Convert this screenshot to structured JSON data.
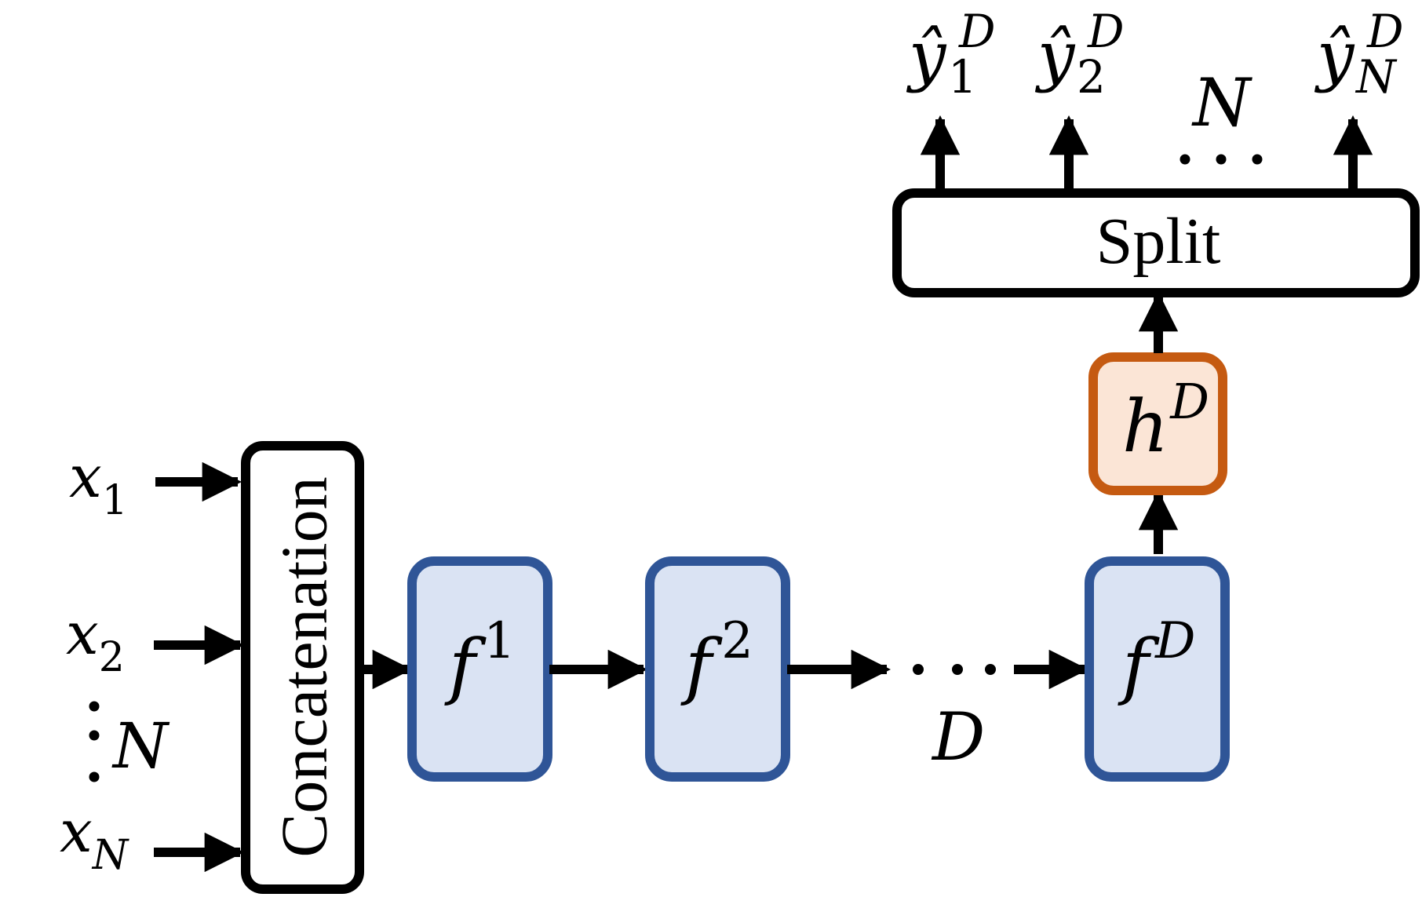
{
  "colors": {
    "ink": "#000000",
    "f_block_fill": "#dae3f3",
    "f_block_stroke": "#2f5597",
    "h_block_fill": "#fbe5d6",
    "h_block_stroke": "#c55a11"
  },
  "inputs": [
    {
      "base": "x",
      "sub": "1"
    },
    {
      "base": "x",
      "sub": "2"
    },
    {
      "base": "x",
      "sub": "N"
    }
  ],
  "input_count_label": "N",
  "concat_label": "Concatenation",
  "layers": [
    {
      "base": "f",
      "sup": "1"
    },
    {
      "base": "f",
      "sup": "2"
    },
    {
      "base": "f",
      "sup": "D"
    }
  ],
  "depth_label": "D",
  "hidden": {
    "base": "h",
    "sup": "D"
  },
  "split_label": "Split",
  "outputs": [
    {
      "base": "ŷ",
      "sup": "D",
      "sub": "1"
    },
    {
      "base": "ŷ",
      "sup": "D",
      "sub": "2"
    },
    {
      "base": "ŷ",
      "sup": "D",
      "sub": "N"
    }
  ],
  "output_count_label": "N"
}
